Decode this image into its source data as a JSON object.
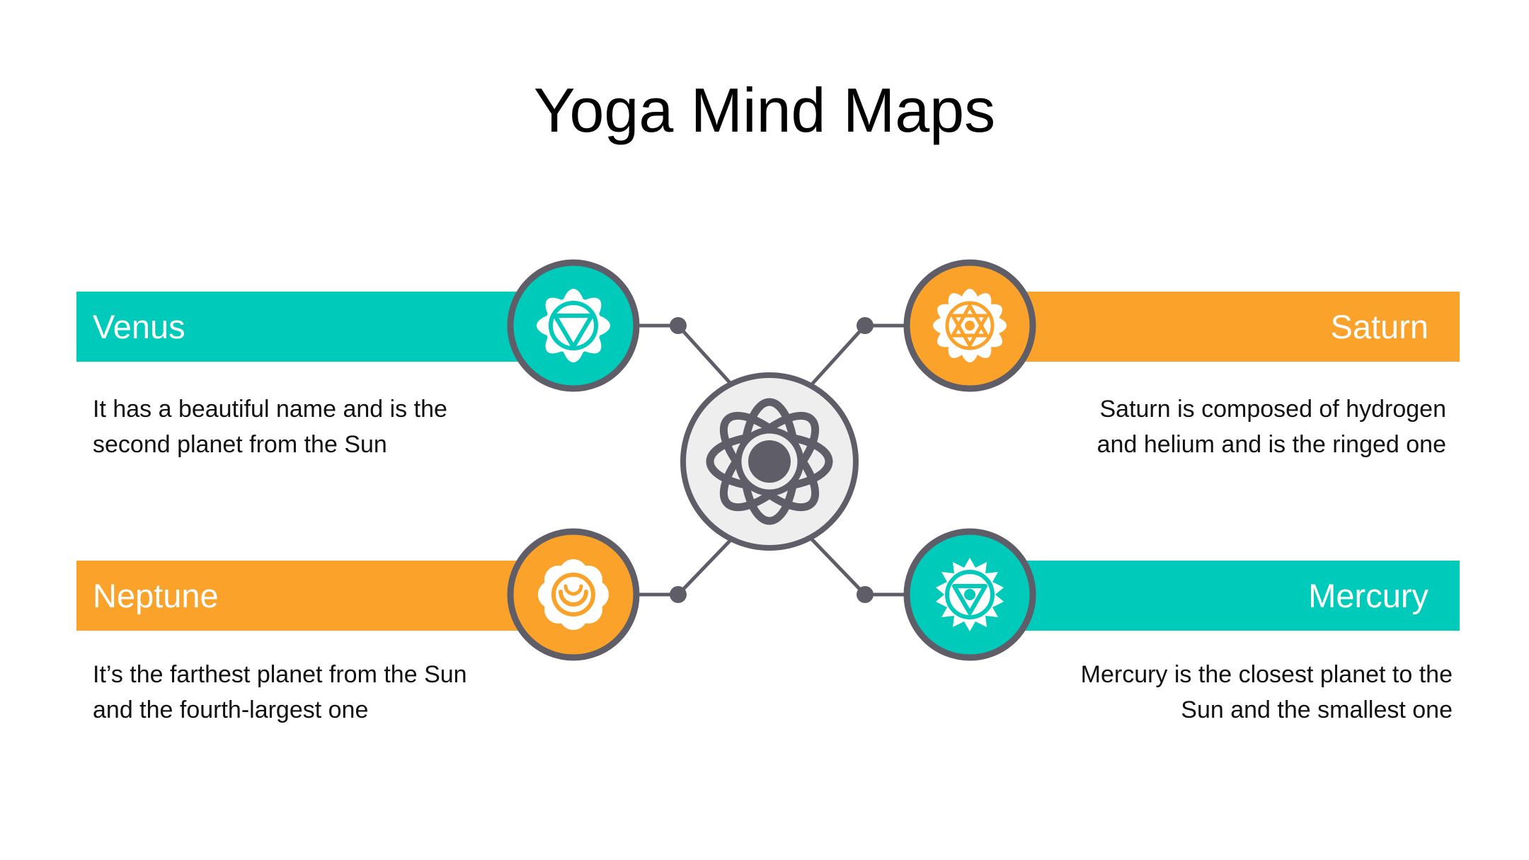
{
  "title": "Yoga Mind Maps",
  "colors": {
    "teal": "#00CBBB",
    "orange": "#FBA22B",
    "ring": "#5F5E68",
    "hub_fill": "#EEEEEE",
    "icon": "#ffffff"
  },
  "hub": {
    "icon": "lotus-flower-icon"
  },
  "nodes": [
    {
      "id": "venus",
      "label": "Venus",
      "color": "teal",
      "icon": "throat-chakra-icon",
      "description": [
        "It has a beautiful name and is the",
        "second planet from the Sun"
      ]
    },
    {
      "id": "saturn",
      "label": "Saturn",
      "color": "orange",
      "icon": "heart-chakra-icon",
      "description": [
        "Saturn is composed of hydrogen",
        "and helium and is the ringed one"
      ]
    },
    {
      "id": "neptune",
      "label": "Neptune",
      "color": "orange",
      "icon": "sacral-chakra-icon",
      "description": [
        "It’s the farthest planet from the Sun",
        "and the fourth-largest one"
      ]
    },
    {
      "id": "mercury",
      "label": "Mercury",
      "color": "teal",
      "icon": "throat-chakra-icon",
      "description": [
        "Mercury is the closest planet to the",
        "Sun and the smallest one"
      ]
    }
  ]
}
